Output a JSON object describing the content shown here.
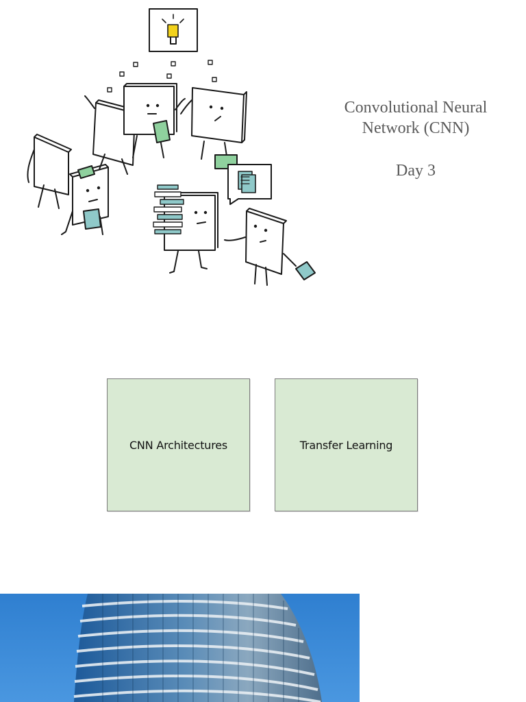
{
  "slide1": {
    "title": "Convolutional Neural Network (CNN)",
    "subtitle": "Day 3",
    "illustration": {
      "subject": "Cartoon cards holding papers around a lightbulb idea",
      "icons": [
        "lightbulb-icon",
        "chat-bubble-icon",
        "document-stack-icon",
        "card-icon"
      ]
    }
  },
  "slide2": {
    "cards": [
      {
        "label": "CNN Architectures"
      },
      {
        "label": "Transfer Learning"
      }
    ]
  },
  "slide3": {
    "photo": {
      "subject": "Curved glass high-rise tower against blue sky"
    }
  },
  "colors": {
    "title_text": "#595959",
    "card_fill": "#d9ead3",
    "card_border": "#7a7a7a",
    "accent_green": "#8fd19e",
    "accent_teal": "#8fc9c9",
    "sky_blue": "#3b87d4",
    "bulb_yellow": "#f2d21b"
  }
}
